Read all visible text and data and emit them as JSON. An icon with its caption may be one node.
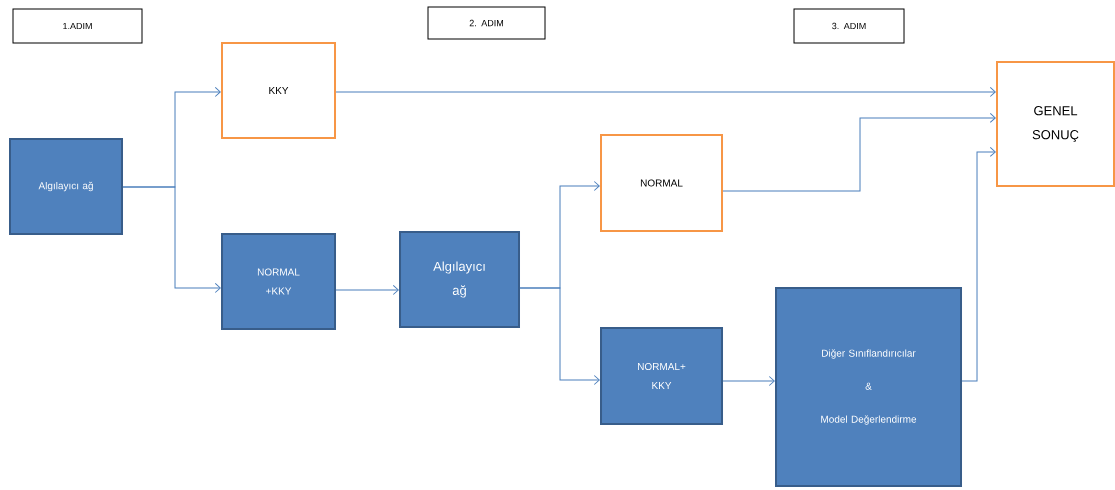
{
  "diagram": {
    "nodes": [
      {
        "text": [
          "1.ADIM"
        ]
      },
      {
        "text": [
          "2. ADIM"
        ]
      },
      {
        "text": [
          "3. ADIM"
        ]
      },
      {
        "text": [
          "Algılayıcı ağ"
        ]
      },
      {
        "text": [
          "KKY"
        ]
      },
      {
        "text": [
          "NORMAL +KKY"
        ]
      },
      {
        "text": [
          "Algılayıcı ağ"
        ]
      },
      {
        "text": [
          "NORMAL"
        ]
      },
      {
        "text": [
          "NORMAL+ KKY"
        ]
      },
      {
        "text": [
          "Diğer Sınıflandırıcılar",
          "&",
          "Model Değerlendirme"
        ]
      },
      {
        "text": [
          "GENEL SONUÇ"
        ]
      }
    ],
    "edges": [
      {
        "from": 3,
        "to": 4,
        "arrow": "to"
      },
      {
        "from": 3,
        "to": 5,
        "arrow": "to"
      },
      {
        "from": 4,
        "to": 10,
        "arrow": "to"
      },
      {
        "from": 5,
        "to": 6,
        "arrow": "to"
      },
      {
        "from": 6,
        "to": 7,
        "arrow": "to"
      },
      {
        "from": 6,
        "to": 8,
        "arrow": "to"
      },
      {
        "from": 7,
        "to": 10,
        "arrow": "to"
      },
      {
        "from": 8,
        "to": 9,
        "arrow": "to"
      },
      {
        "from": 9,
        "to": 10,
        "arrow": "to"
      }
    ]
  }
}
